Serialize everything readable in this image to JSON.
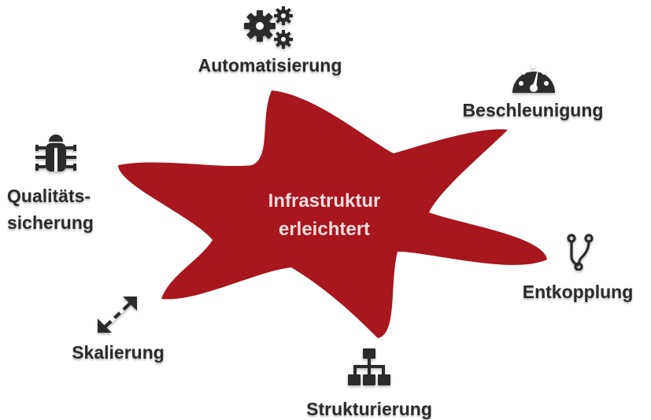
{
  "center": {
    "line1": "Infrastruktur",
    "line2": "erleichtert",
    "color": "#a8161e"
  },
  "items": {
    "automation": {
      "label": "Automatisierung",
      "icon": "gears-icon"
    },
    "acceleration": {
      "label": "Beschleunigung",
      "icon": "speedometer-icon"
    },
    "qa": {
      "label_line1": "Qualitäts-",
      "label_line2": "sicherung",
      "icon": "bug-icon"
    },
    "decoupling": {
      "label": "Entkopplung",
      "icon": "branch-icon"
    },
    "scaling": {
      "label": "Skalierung",
      "icon": "resize-arrows-icon"
    },
    "structuring": {
      "label": "Strukturierung",
      "icon": "sitemap-icon"
    }
  },
  "colors": {
    "text": "#2b2b2b",
    "icon": "#2b2b2b",
    "star": "#a8161e",
    "center_text": "#f3dede"
  }
}
